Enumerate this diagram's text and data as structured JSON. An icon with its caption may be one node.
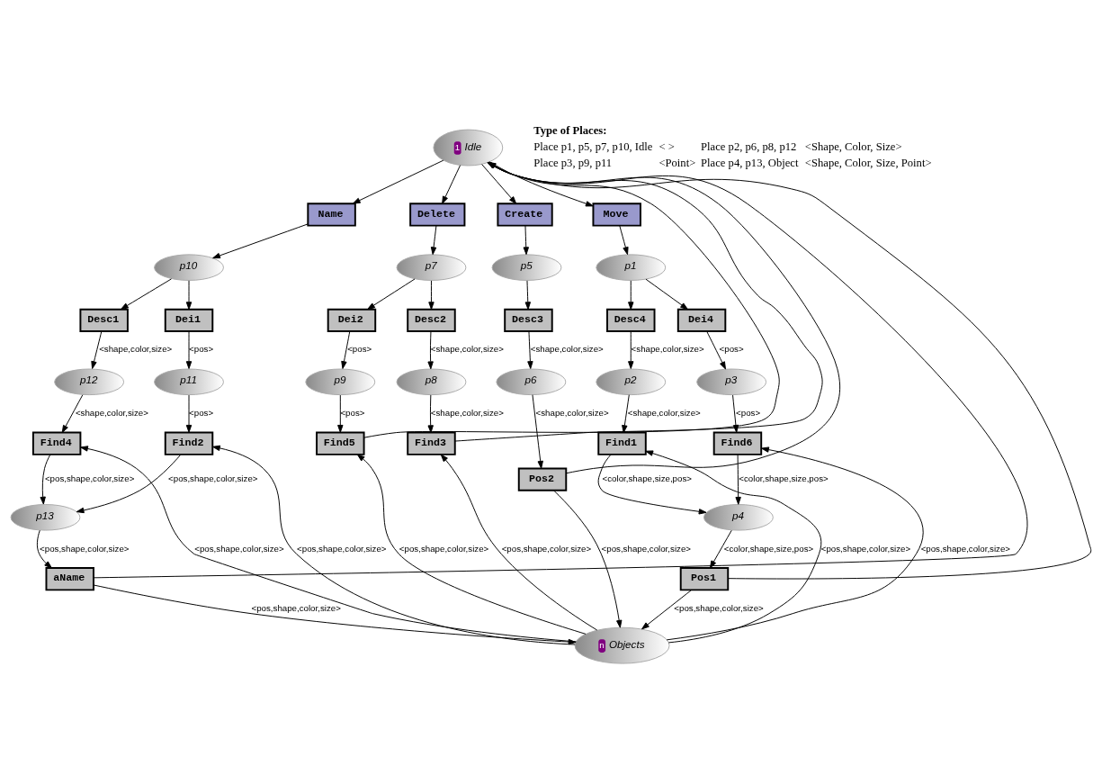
{
  "diagram": {
    "nodes": [
      {
        "text": [
          "1",
          "Idle"
        ]
      },
      {
        "text": [
          "Name"
        ]
      },
      {
        "text": [
          "Delete"
        ]
      },
      {
        "text": [
          "Create"
        ]
      },
      {
        "text": [
          "Move"
        ]
      },
      {
        "text": [
          "p10"
        ]
      },
      {
        "text": [
          "p7"
        ]
      },
      {
        "text": [
          "p5"
        ]
      },
      {
        "text": [
          "p1"
        ]
      },
      {
        "text": [
          "Desc1"
        ]
      },
      {
        "text": [
          "Dei1"
        ]
      },
      {
        "text": [
          "Dei2"
        ]
      },
      {
        "text": [
          "Desc2"
        ]
      },
      {
        "text": [
          "Desc4"
        ]
      },
      {
        "text": [
          "Dei4"
        ]
      },
      {
        "text": [
          "p12"
        ]
      },
      {
        "text": [
          "p11"
        ]
      },
      {
        "text": [
          "p9"
        ]
      },
      {
        "text": [
          "p8"
        ]
      },
      {
        "text": [
          "Desc3"
        ]
      },
      {
        "text": [
          "p2"
        ]
      },
      {
        "text": [
          "p3"
        ]
      },
      {
        "text": [
          "Find4"
        ]
      },
      {
        "text": [
          "Find2"
        ]
      },
      {
        "text": [
          "Find5"
        ]
      },
      {
        "text": [
          "Find3"
        ]
      },
      {
        "text": [
          "p6"
        ]
      },
      {
        "text": [
          "Find1"
        ]
      },
      {
        "text": [
          "Find6"
        ]
      },
      {
        "text": [
          "p13"
        ]
      },
      {
        "text": [
          "Pos2"
        ]
      },
      {
        "text": [
          "p4"
        ]
      },
      {
        "text": [
          "aName"
        ]
      },
      {
        "text": [
          "Pos1"
        ]
      },
      {
        "text": [
          "n",
          "Objects"
        ]
      }
    ],
    "edges": [
      {
        "from": 0,
        "to": 1,
        "arrow": "to"
      },
      {
        "from": 0,
        "to": 2,
        "arrow": "to"
      },
      {
        "from": 0,
        "to": 3,
        "arrow": "to"
      },
      {
        "from": 0,
        "to": 4,
        "arrow": "to"
      },
      {
        "from": 1,
        "to": 5,
        "arrow": "to"
      },
      {
        "from": 2,
        "to": 6,
        "arrow": "to"
      },
      {
        "from": 3,
        "to": 7,
        "arrow": "to"
      },
      {
        "from": 4,
        "to": 8,
        "arrow": "to"
      },
      {
        "from": 5,
        "to": 9,
        "arrow": "to"
      },
      {
        "from": 5,
        "to": 10,
        "arrow": "to"
      },
      {
        "from": 6,
        "to": 11,
        "arrow": "to"
      },
      {
        "from": 6,
        "to": 12,
        "arrow": "to"
      },
      {
        "from": 8,
        "to": 13,
        "arrow": "to"
      },
      {
        "from": 8,
        "to": 14,
        "arrow": "to"
      },
      {
        "from": 9,
        "to": 15,
        "arrow": "to",
        "label": "<shape,color,size>"
      },
      {
        "from": 10,
        "to": 16,
        "arrow": "to",
        "label": "<pos>"
      },
      {
        "from": 11,
        "to": 17,
        "arrow": "to",
        "label": "<pos>"
      },
      {
        "from": 12,
        "to": 18,
        "arrow": "to",
        "label": "<shape,color,size>"
      },
      {
        "from": 7,
        "to": 19,
        "arrow": "to"
      },
      {
        "from": 13,
        "to": 20,
        "arrow": "to",
        "label": "<shape,color,size>"
      },
      {
        "from": 14,
        "to": 21,
        "arrow": "to",
        "label": "<pos>"
      },
      {
        "from": 15,
        "to": 22,
        "arrow": "to",
        "label": "<shape,color,size>"
      },
      {
        "from": 16,
        "to": 23,
        "arrow": "to",
        "label": "<pos>"
      },
      {
        "from": 17,
        "to": 24,
        "arrow": "to",
        "label": "<pos>"
      },
      {
        "from": 18,
        "to": 25,
        "arrow": "to",
        "label": "<shape,color,size>"
      },
      {
        "from": 19,
        "to": 26,
        "arrow": "to",
        "label": "<shape,color,size>"
      },
      {
        "from": 20,
        "to": 27,
        "arrow": "to",
        "label": "<shape,color,size>"
      },
      {
        "from": 21,
        "to": 28,
        "arrow": "to",
        "label": "<pos>"
      },
      {
        "from": 22,
        "to": 29,
        "arrow": "to",
        "label": "<pos,shape,color,size>"
      },
      {
        "from": 23,
        "to": 29,
        "arrow": "to",
        "label": "<pos,shape,color,size>"
      },
      {
        "from": 26,
        "to": 30,
        "arrow": "to",
        "label": "<shape,color,size>"
      },
      {
        "from": 27,
        "to": 31,
        "arrow": "to",
        "label": "<color,shape,size,pos>"
      },
      {
        "from": 28,
        "to": 31,
        "arrow": "to",
        "label": "<color,shape,size,pos>"
      },
      {
        "from": 29,
        "to": 32,
        "arrow": "to",
        "label": "<pos,shape,color,size>"
      },
      {
        "from": 31,
        "to": 33,
        "arrow": "to",
        "label": "<color,shape,size,pos>"
      },
      {
        "from": 32,
        "to": 34,
        "arrow": "to",
        "label": "<pos,shape,color,size>"
      },
      {
        "from": 30,
        "to": 34,
        "arrow": "to",
        "label": "<pos,shape,color,size>"
      },
      {
        "from": 33,
        "to": 34,
        "arrow": "to",
        "label": "<pos,shape,color,size>"
      },
      {
        "from": 34,
        "to": 22,
        "arrow": "to",
        "label": "<pos,shape,color,size>"
      },
      {
        "from": 34,
        "to": 23,
        "arrow": "to",
        "label": "<pos,shape,color,size>"
      },
      {
        "from": 34,
        "to": 24,
        "arrow": "to",
        "label": "<pos,shape,color,size>"
      },
      {
        "from": 34,
        "to": 25,
        "arrow": "to",
        "label": "<pos,shape,color,size>"
      },
      {
        "from": 34,
        "to": 27,
        "arrow": "to",
        "label": "<pos,shape,color,size>"
      },
      {
        "from": 34,
        "to": 28,
        "arrow": "to",
        "label": "<pos,shape,color,size>"
      },
      {
        "from": 32,
        "to": 0,
        "arrow": "to"
      },
      {
        "from": 24,
        "to": 0,
        "arrow": "to"
      },
      {
        "from": 25,
        "to": 0,
        "arrow": "to"
      },
      {
        "from": 30,
        "to": 0,
        "arrow": "to"
      },
      {
        "from": 33,
        "to": 0,
        "arrow": "to"
      }
    ],
    "labels": [
      "Type of Places:",
      "Place p1, p5, p7, p10, Idle",
      "< >",
      "Place p2, p6, p8, p12",
      "<Shape, Color, Size>",
      "Place p3, p9, p11",
      "<Point>",
      "Place p4, p13, Object",
      "<Shape, Color, Size, Point>"
    ]
  }
}
